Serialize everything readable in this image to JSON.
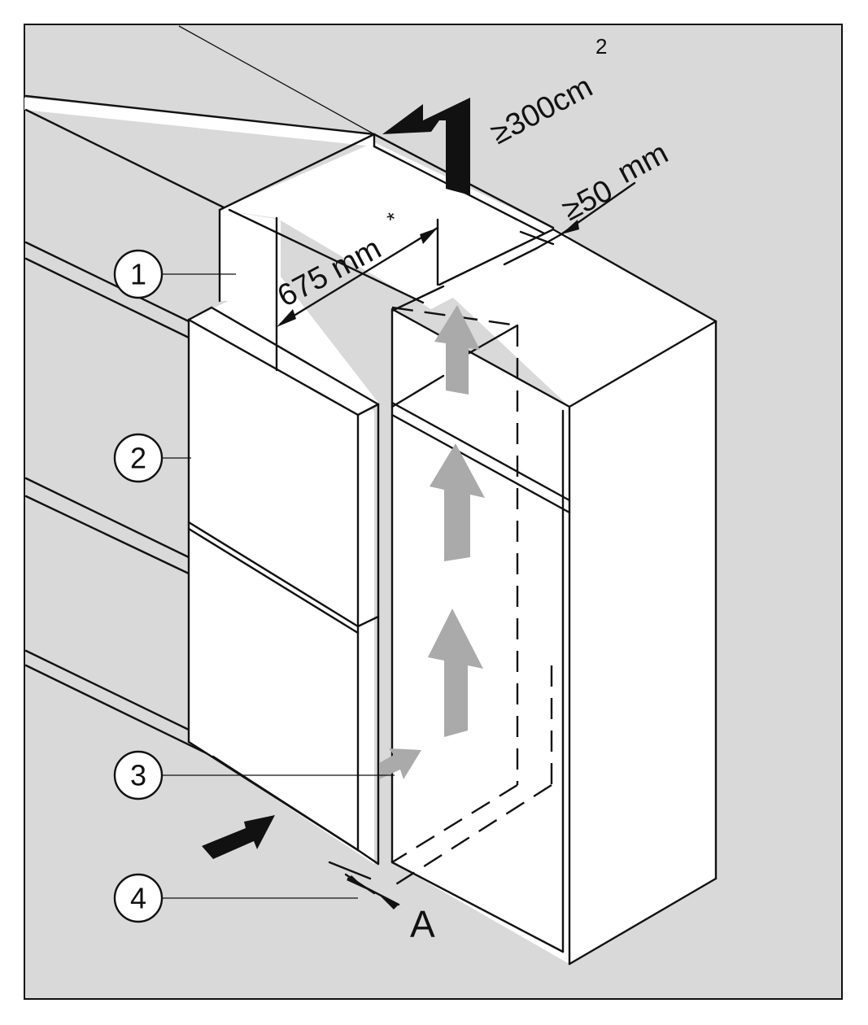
{
  "callouts": [
    {
      "number": "1"
    },
    {
      "number": "2"
    },
    {
      "number": "3"
    },
    {
      "number": "4"
    }
  ],
  "dimensions": {
    "vent_area": "≥300cm",
    "vent_area_exp": "2",
    "rear_gap": "≥50",
    "rear_gap_unit": "mm",
    "niche_depth": "675 mm",
    "niche_depth_note": "*",
    "gap_label": "A"
  },
  "colors": {
    "background": "#d9d9d9",
    "line": "#111111",
    "airflow_arrow": "#aaaaaa",
    "inlet_arrow": "#111111"
  }
}
